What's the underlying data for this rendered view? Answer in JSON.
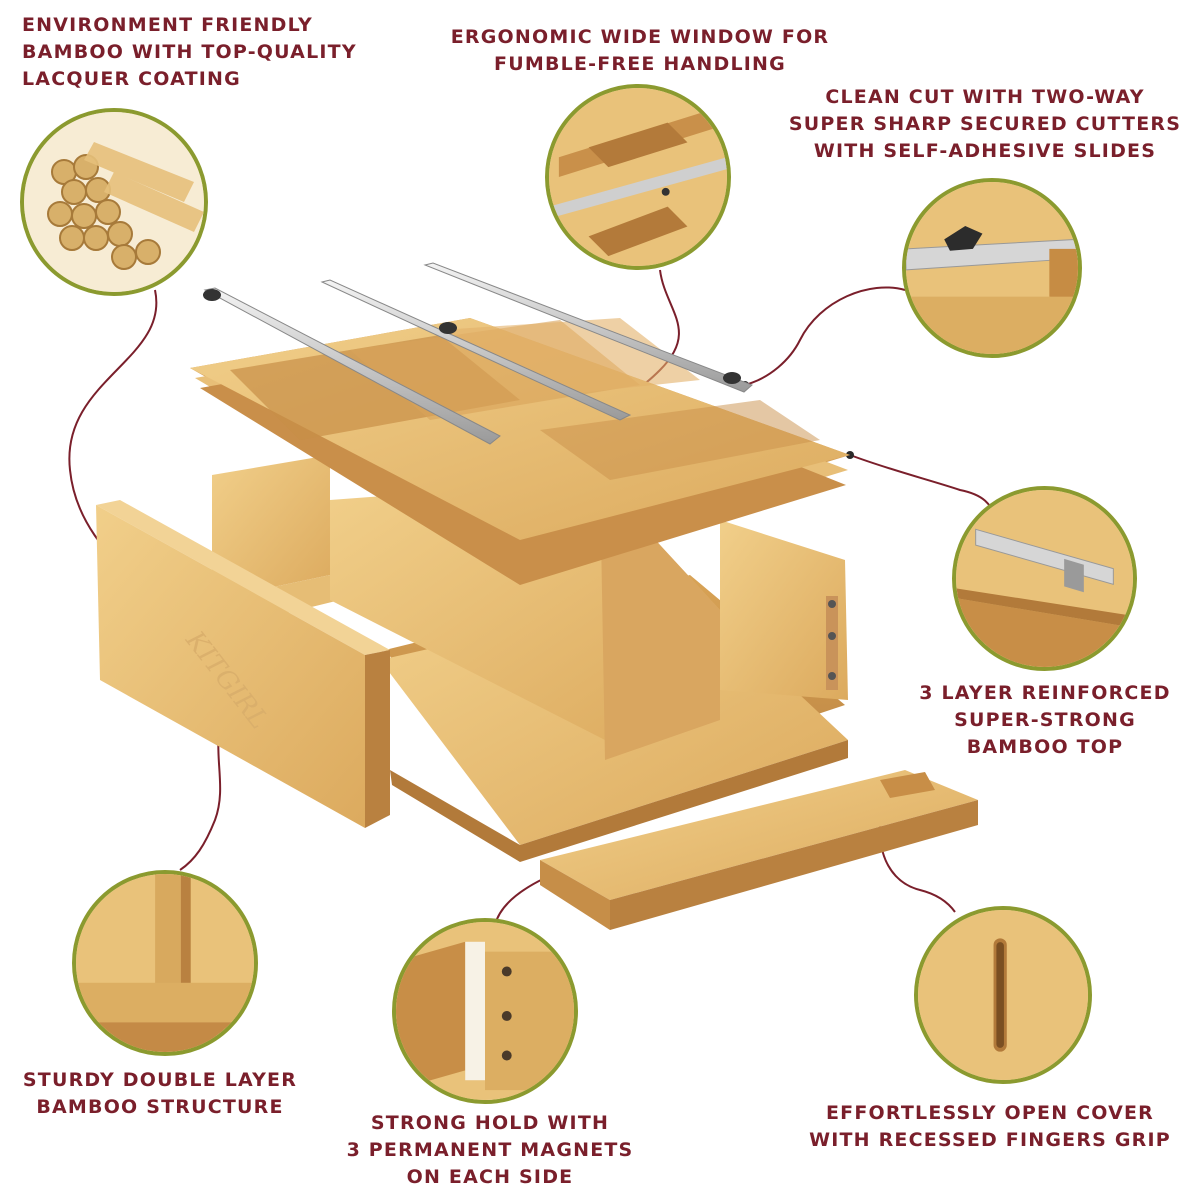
{
  "callouts": {
    "bamboo": [
      "ENVIRONMENT FRIENDLY",
      "BAMBOO WITH TOP-QUALITY",
      "LACQUER COATING"
    ],
    "window": [
      "ERGONOMIC WIDE WINDOW FOR",
      "FUMBLE-FREE HANDLING"
    ],
    "cutters": [
      "CLEAN CUT WITH TWO-WAY",
      "SUPER SHARP SECURED CUTTERS",
      "WITH SELF-ADHESIVE SLIDES"
    ],
    "top": [
      "3 LAYER REINFORCED",
      "SUPER-STRONG",
      "BAMBOO TOP"
    ],
    "structure": [
      "STURDY DOUBLE LAYER",
      "BAMBOO STRUCTURE"
    ],
    "magnets": [
      "STRONG HOLD WITH",
      "3 PERMANENT MAGNETS",
      "ON EACH SIDE"
    ],
    "cover": [
      "EFFORTLESSLY OPEN COVER",
      "WITH RECESSED FINGERS GRIP"
    ]
  },
  "brand_engraving": "KITGIRL",
  "colors": {
    "caption": "#7a1f2b",
    "circle_border": "#8b9a2f",
    "bamboo": "#e9c27a",
    "bamboo_dark": "#c8914a",
    "leader_line": "#7a1f2b"
  }
}
